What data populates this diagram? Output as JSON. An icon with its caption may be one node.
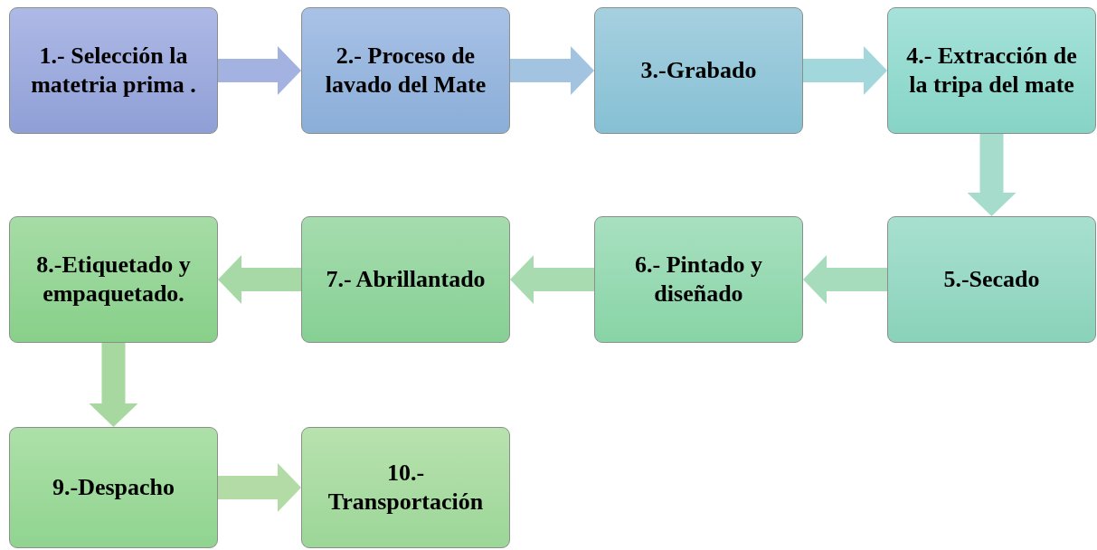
{
  "diagram": {
    "nodes": [
      {
        "text": [
          "1.- Selección la matetria prima ."
        ]
      },
      {
        "text": [
          "2.- Proceso de lavado del Mate"
        ]
      },
      {
        "text": [
          "3.-Grabado"
        ]
      },
      {
        "text": [
          "4.- Extracción de la tripa del mate"
        ]
      },
      {
        "text": [
          "5.-Secado"
        ]
      },
      {
        "text": [
          "6.- Pintado y diseñado"
        ]
      },
      {
        "text": [
          "7.- Abrillantado"
        ]
      },
      {
        "text": [
          "8.-Etiquetado y empaquetado."
        ]
      },
      {
        "text": [
          "9.-Despacho"
        ]
      },
      {
        "text": [
          "10.- Transportación"
        ]
      }
    ],
    "edges": [
      {
        "from": 0,
        "to": 1,
        "arrow": "to",
        "color": "#a3b2e0"
      },
      {
        "from": 1,
        "to": 2,
        "arrow": "to",
        "color": "#a2c4e0"
      },
      {
        "from": 2,
        "to": 3,
        "arrow": "to",
        "color": "#a2d8dc"
      },
      {
        "from": 3,
        "to": 4,
        "arrow": "to",
        "color": "#a5dccb"
      },
      {
        "from": 4,
        "to": 5,
        "arrow": "to",
        "color": "#a6dcbc"
      },
      {
        "from": 5,
        "to": 6,
        "arrow": "to",
        "color": "#a8dcb0"
      },
      {
        "from": 6,
        "to": 7,
        "arrow": "to",
        "color": "#a6d9a6"
      },
      {
        "from": 7,
        "to": 8,
        "arrow": "to",
        "color": "#a6d8a0"
      },
      {
        "from": 8,
        "to": 9,
        "arrow": "to",
        "color": "#b2dba6"
      }
    ]
  }
}
